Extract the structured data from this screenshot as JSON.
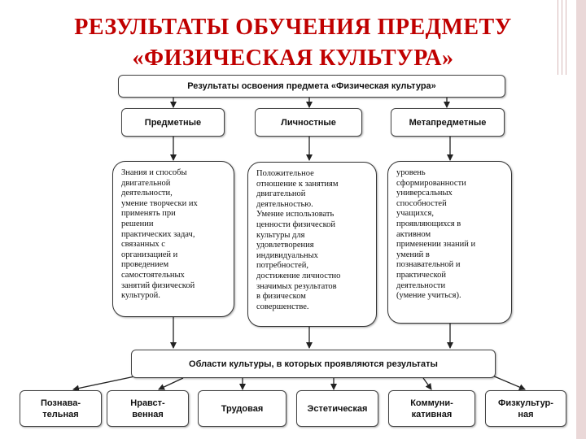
{
  "title": {
    "line1": "РЕЗУЛЬТАТЫ ОБУЧЕНИЯ ПРЕДМЕТУ",
    "line2": "«ФИЗИЧЕСКАЯ КУЛЬТУРА»"
  },
  "diagram": {
    "top_box": "Результаты освоения предмета «Физическая культура»",
    "categories": [
      "Предметные",
      "Личностные",
      "Метапредметные"
    ],
    "descriptions": [
      "Знания и способы\nдвигательной\nдеятельности,\nумение творчески их\nприменять при\nрешении\nпрактических задач,\nсвязанных с\nорганизацией и\nпроведением\nсамостоятельных\nзанятий физической\nкультурой.",
      "Положительное\nотношение к занятиям\nдвигательной\nдеятельностью.\nУмение использовать\nценности физической\nкультуры для\nудовлетворения\nиндивидуальных\nпотребностей,\nдостижение личностно\nзначимых результатов\nв физическом\nсовершенстве.",
      "уровень\nсформированности\nуниверсальных\nспособностей\nучащихся,\nпроявляющихся в\nактивном\nприменении знаний и\nумений в\nпознавательной и\nпрактической\nдеятельности\n(умение учиться)."
    ],
    "areas_box": "Области культуры, в которых проявляются результаты",
    "areas": [
      "Познава-\nтельная",
      "Нравст-\nвенная",
      "Трудовая",
      "Эстетическая",
      "Коммуни-\nкативная",
      "Физкультур-\nная"
    ]
  }
}
